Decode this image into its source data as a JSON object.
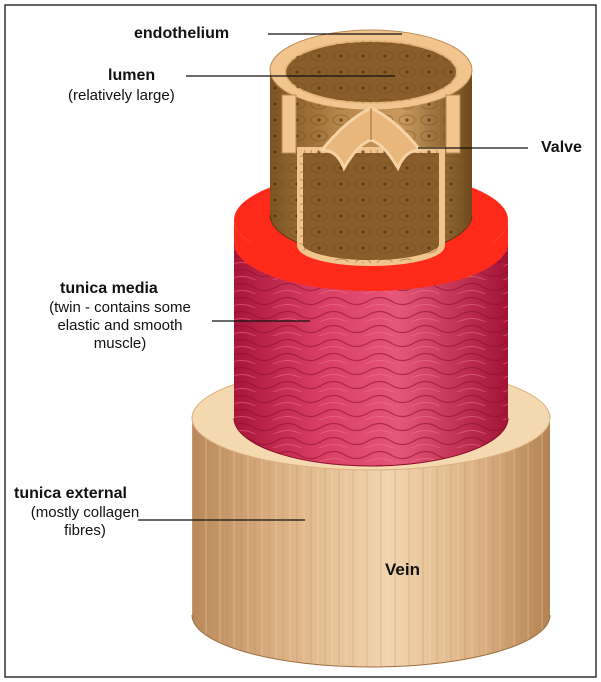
{
  "labels": {
    "endothelium": "endothelium",
    "lumen": "lumen",
    "lumen_note": "(relatively large)",
    "valve": "Valve",
    "tunica_media": "tunica media",
    "tunica_media_note": [
      "(twin - contains some",
      "elastic and smooth",
      "muscle)"
    ],
    "tunica_external": "tunica external",
    "tunica_external_note": [
      "(mostly collagen",
      "fibres)"
    ],
    "vessel": "Vein"
  },
  "colors": {
    "endothelium_rim": "#f2c48e",
    "lumen_wall": "#a7793f",
    "tunica_media": "#d8325a",
    "media_top_ring": "#ff2a1a",
    "tunica_external": "#e2b988",
    "external_top": "#f4d8b0"
  }
}
